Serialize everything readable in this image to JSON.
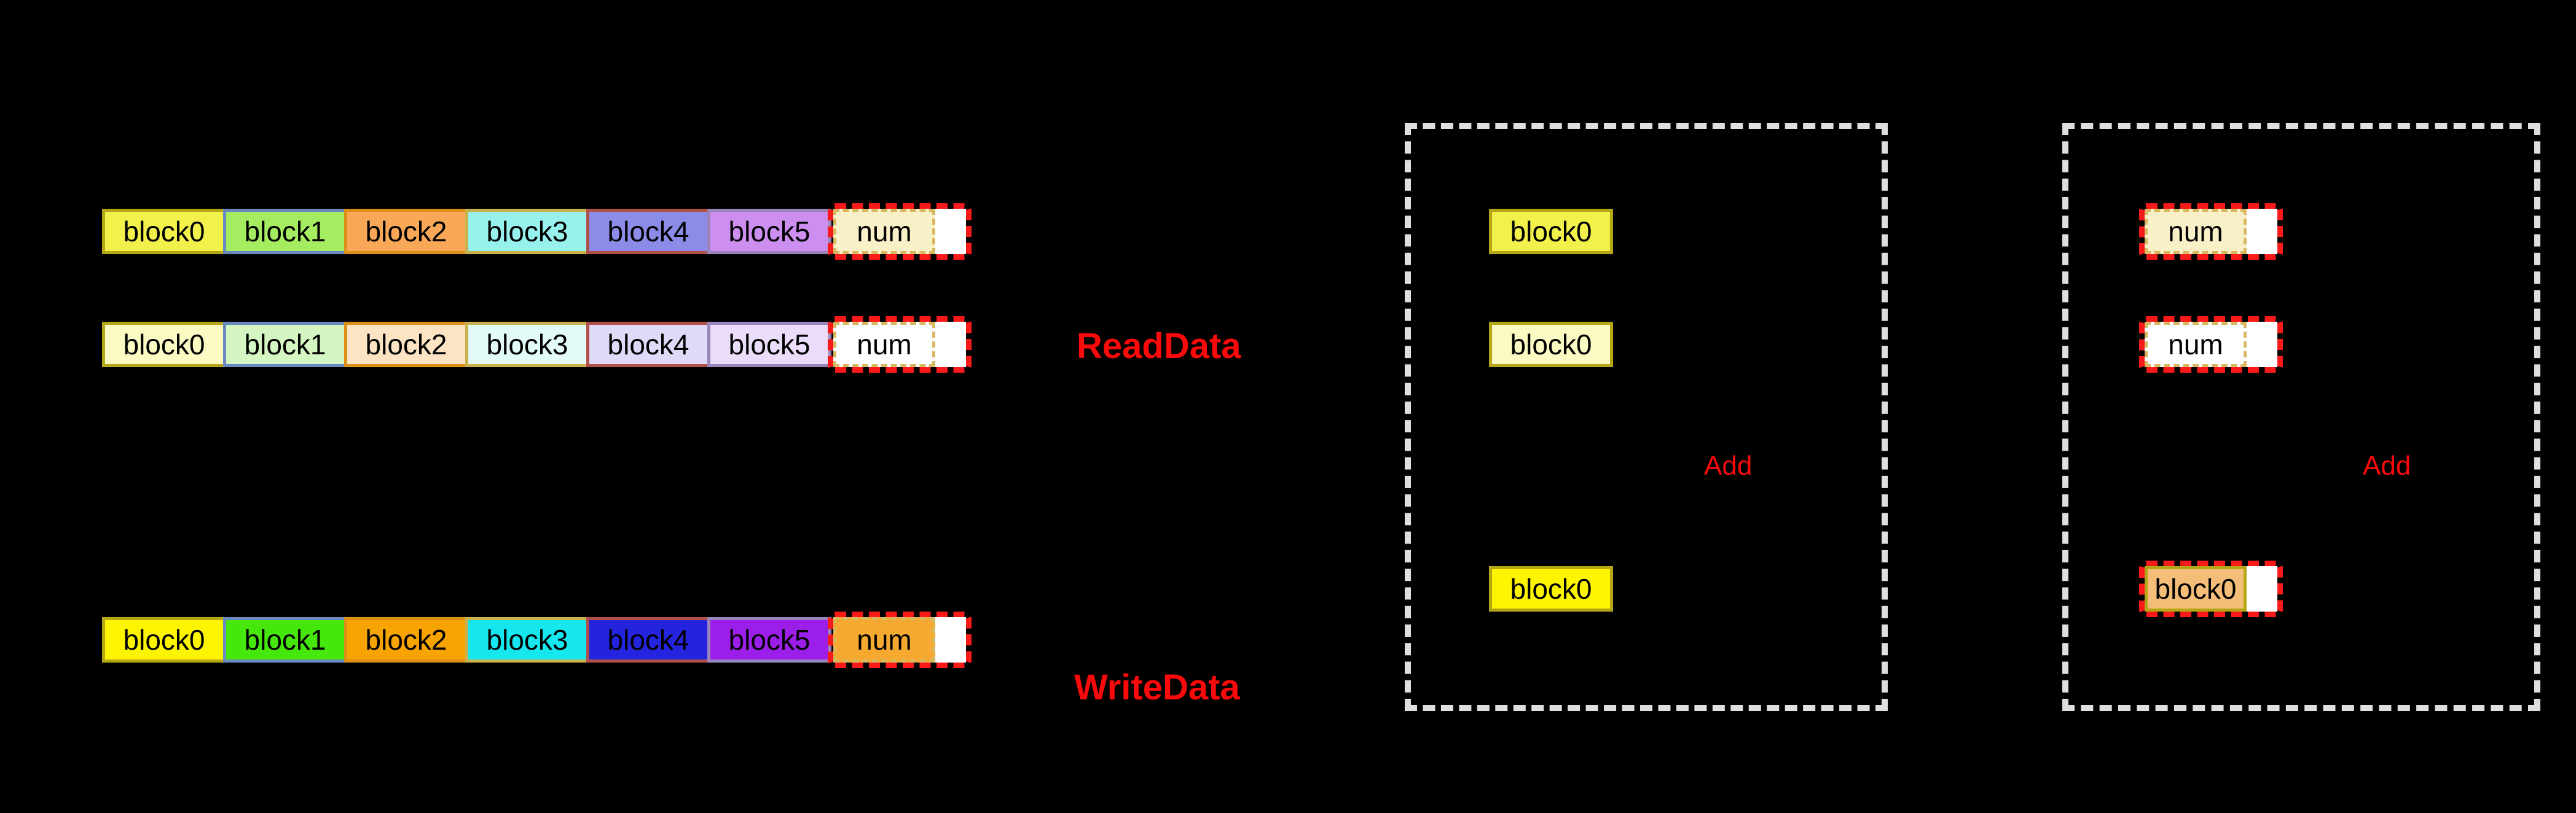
{
  "canvas": {
    "background": "#000000"
  },
  "palette": {
    "red_accent": "#FA0A0A",
    "red_dash": "#FB1A1A",
    "gray_dash": "#DFDFDF",
    "num_dash_border": "#D8B860"
  },
  "side_labels": {
    "read": "ReadData",
    "write": "WriteData"
  },
  "memory_rows": [
    {
      "cells": [
        {
          "label": "block0",
          "fill": "#F2F04A",
          "border": "#B5A616"
        },
        {
          "label": "block1",
          "fill": "#A6EC60",
          "border": "#6A89BE"
        },
        {
          "label": "block2",
          "fill": "#F9A857",
          "border": "#DD9018"
        },
        {
          "label": "block3",
          "fill": "#97F2EE",
          "border": "#C9B24D"
        },
        {
          "label": "block4",
          "fill": "#8B8BE8",
          "border": "#B05048"
        },
        {
          "label": "block5",
          "fill": "#CC8FEF",
          "border": "#9A85BB"
        }
      ],
      "num": {
        "label": "num",
        "fill": "#FAF0C8"
      }
    },
    {
      "cells": [
        {
          "label": "block0",
          "fill": "#FAFAC2",
          "border": "#B5A616"
        },
        {
          "label": "block1",
          "fill": "#D4F6C2",
          "border": "#6A89BE"
        },
        {
          "label": "block2",
          "fill": "#FBE3C3",
          "border": "#DD9018"
        },
        {
          "label": "block3",
          "fill": "#E2FAF8",
          "border": "#C9B24D"
        },
        {
          "label": "block4",
          "fill": "#DEDAF8",
          "border": "#B05048"
        },
        {
          "label": "block5",
          "fill": "#EBDDF9",
          "border": "#9A85BB"
        }
      ],
      "num": {
        "label": "num",
        "fill": "#FFFFFF"
      }
    },
    {
      "cells": [
        {
          "label": "block0",
          "fill": "#FCF400",
          "border": "#B5A616"
        },
        {
          "label": "block1",
          "fill": "#46E70C",
          "border": "#6A89BE"
        },
        {
          "label": "block2",
          "fill": "#F7A302",
          "border": "#DD9018"
        },
        {
          "label": "block3",
          "fill": "#16E7EF",
          "border": "#C9B24D"
        },
        {
          "label": "block4",
          "fill": "#2423DE",
          "border": "#B05048"
        },
        {
          "label": "block5",
          "fill": "#9C1FE9",
          "border": "#9A85BB"
        }
      ],
      "num": {
        "label": "num",
        "fill": "#F6A930"
      }
    }
  ],
  "group_boxes": [
    {
      "op_label": "Add",
      "items": [
        {
          "label": "block0",
          "fill": "#F2F04A",
          "border": "#B5A616"
        },
        {
          "label": "block0",
          "fill": "#FAFAC2",
          "border": "#B5A616"
        },
        {
          "label": "block0",
          "fill": "#FCF400",
          "border": "#B5A616"
        }
      ]
    },
    {
      "op_label": "Add",
      "items": [
        {
          "label": "num",
          "fill": "#FAF0C8"
        },
        {
          "label": "num",
          "fill": "#FFFFFF"
        },
        {
          "label": "block0",
          "fill": "#F5BE78",
          "border": "#B5A616"
        }
      ]
    }
  ]
}
